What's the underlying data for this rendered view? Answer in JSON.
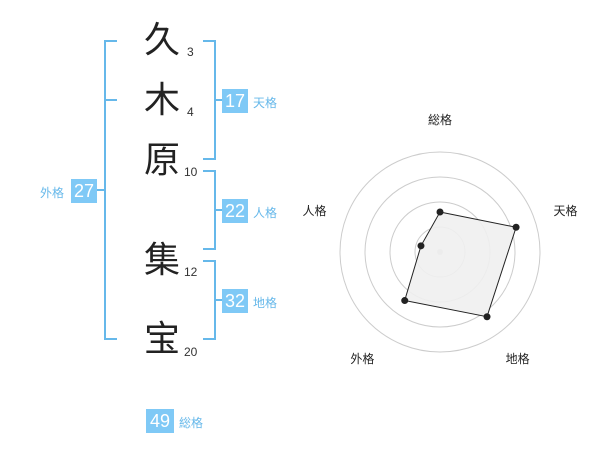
{
  "name": {
    "chars": [
      {
        "char": "久",
        "strokes": "3"
      },
      {
        "char": "木",
        "strokes": "4"
      },
      {
        "char": "原",
        "strokes": "10"
      },
      {
        "char": "集",
        "strokes": "12"
      },
      {
        "char": "宝",
        "strokes": "20"
      }
    ]
  },
  "scores": {
    "tenkaku": {
      "value": "17",
      "label": "天格"
    },
    "jinkaku": {
      "value": "22",
      "label": "人格"
    },
    "chikaku": {
      "value": "32",
      "label": "地格"
    },
    "gaikaku": {
      "value": "27",
      "label": "外格"
    },
    "soukaku": {
      "value": "49",
      "label": "総格"
    }
  },
  "colors": {
    "accent": "#7fc9f6",
    "bracket": "#66b8ea",
    "grid": "#cccccc",
    "polygon_fill": "#f0f0f0",
    "polygon_stroke": "#222222",
    "center_dot": "#cccccc"
  },
  "chart_data": {
    "type": "radar",
    "axes": [
      "総格",
      "天格",
      "地格",
      "外格",
      "人格"
    ],
    "values": [
      2,
      4,
      4,
      3,
      1
    ],
    "rmax": 5,
    "grid_rings": 4
  }
}
